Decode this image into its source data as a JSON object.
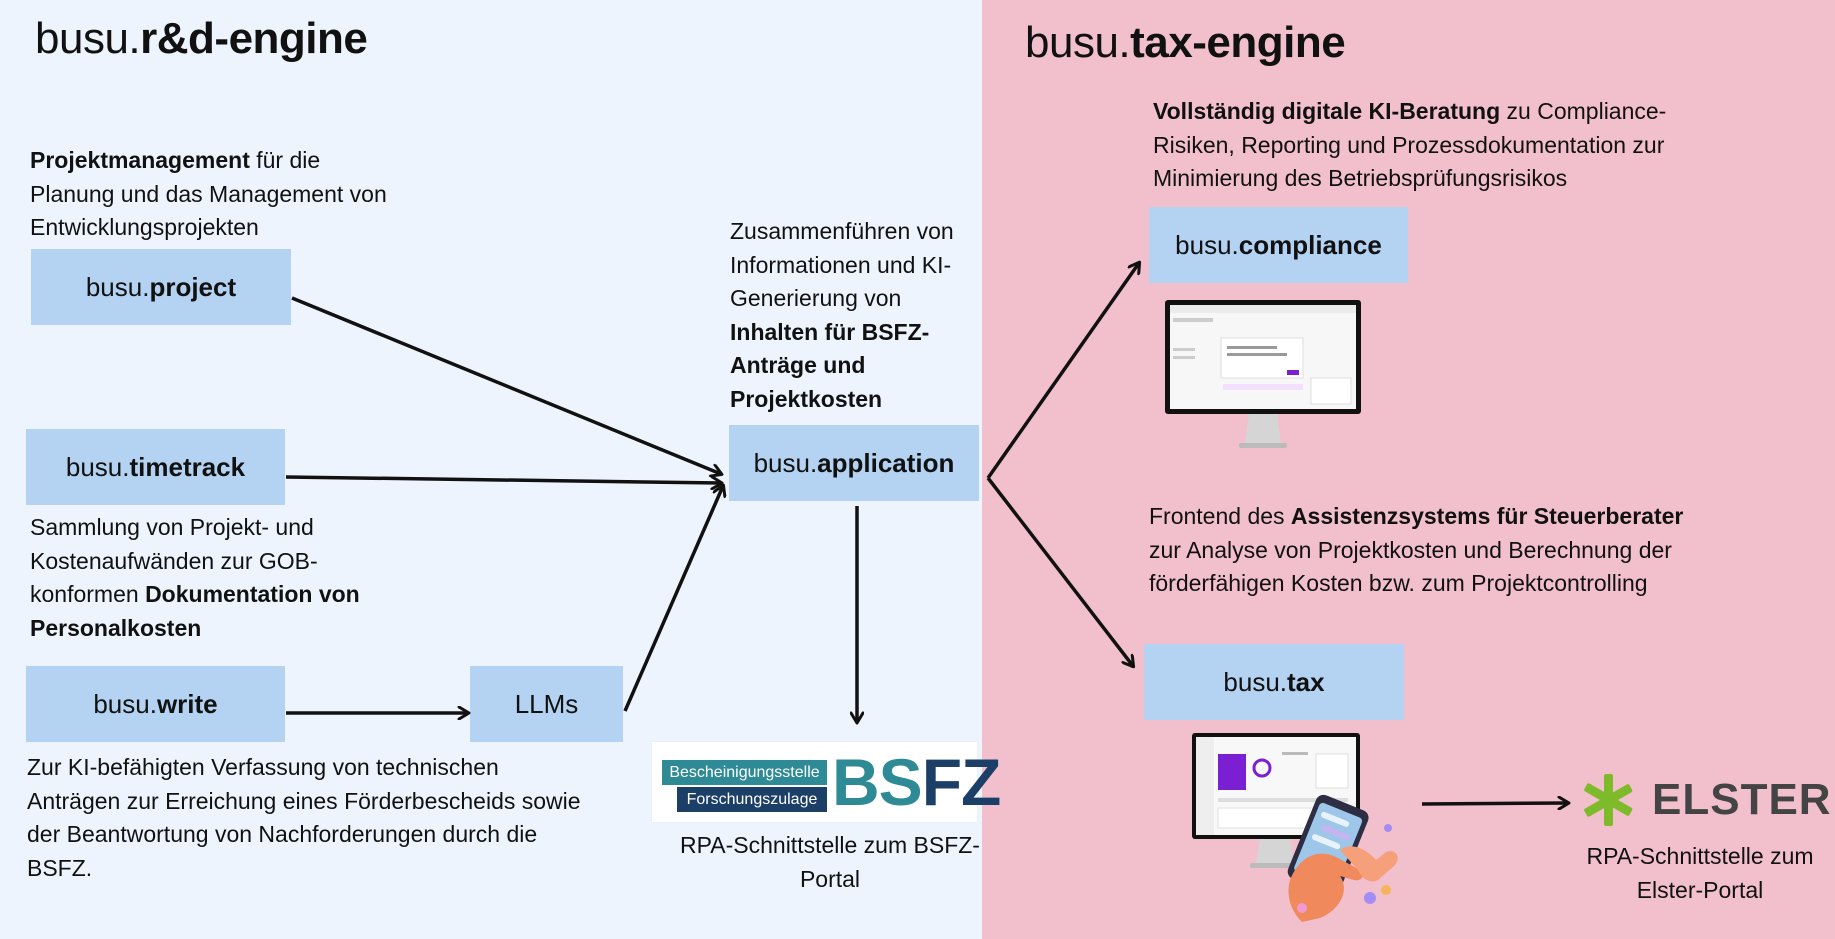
{
  "left": {
    "title_prefix": "busu.",
    "title_bold": "r&d-engine",
    "project": {
      "desc_bold": "Projektmanagement",
      "desc_rest": " für die Planung und das Management von Entwicklungsprojekten",
      "box_prefix": "busu.",
      "box_bold": "project"
    },
    "timetrack": {
      "box_prefix": "busu.",
      "box_bold": "timetrack",
      "desc_rest": "Sammlung von Projekt- und Kostenaufwänden zur GOB-konformen ",
      "desc_bold": "Dokumentation von Personalkosten"
    },
    "write": {
      "box_prefix": "busu.",
      "box_bold": "write",
      "desc": "Zur KI-befähigten Verfassung von technischen Anträgen zur Erreichung eines Förderbescheids sowie der Beantwortung von Nachforderungen durch die BSFZ."
    },
    "llms": {
      "label": "LLMs"
    },
    "application": {
      "desc_rest": "Zusammenführen von Informationen und KI-Generierung von ",
      "desc_bold": "Inhalten für BSFZ-Anträge und Projektkosten",
      "box_prefix": "busu.",
      "box_bold": "application"
    },
    "bsfz": {
      "tag1": "Bescheinigungsstelle",
      "tag2": "Forschungszulage",
      "word_a": "BS",
      "word_b": "FZ",
      "caption": "RPA-Schnittstelle zum BSFZ-Portal"
    }
  },
  "right": {
    "title_prefix": "busu.",
    "title_bold": "tax-engine",
    "compliance": {
      "desc_bold": "Vollständig digitale KI-Beratung",
      "desc_rest": " zu Compliance-Risiken, Reporting und Prozessdokumentation zur Minimierung des Betriebsprüfungsrisikos",
      "box_prefix": "busu.",
      "box_bold": "compliance"
    },
    "tax": {
      "desc_a": "Frontend des ",
      "desc_bold": "Assistenzsystems für Steuerberater",
      "desc_b": " zur Analyse von Projektkosten und Berechnung der förderfähigen Kosten bzw. zum Projektcontrolling",
      "box_prefix": "busu.",
      "box_bold": "tax"
    },
    "elster": {
      "word": "ELSTER",
      "caption": "RPA-Schnittstelle zum Elster-Portal"
    }
  },
  "colors": {
    "left_bg": "#eef4fd",
    "right_bg": "#f2c0cc",
    "box": "#b4d3f2",
    "bsfz_teal": "#2e8a94",
    "bsfz_navy": "#1c3f68",
    "elster_green": "#7dbb2a"
  },
  "icons": [
    "arrow-icon",
    "monitor-icon",
    "elster-star-icon"
  ]
}
